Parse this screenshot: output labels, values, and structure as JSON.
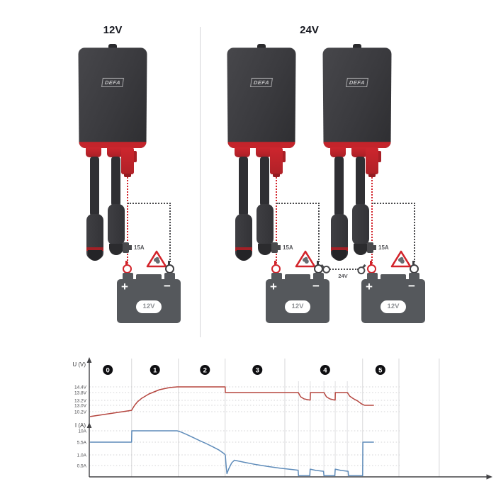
{
  "colors": {
    "accent_red": "#d2232a",
    "connector_red": "#c4242b",
    "charger_dark": "#3a3a3e",
    "battery_gray": "#55585c",
    "label_gray": "#8f9296",
    "wire_dark": "#48484b",
    "title_dark": "#15171f",
    "text_gray": "#55565a"
  },
  "diagram": {
    "sections": [
      {
        "title": "12V",
        "series_link_label": null,
        "units": [
          {
            "brand": "DEFA",
            "fuse_rating": "15A",
            "battery": {
              "voltage": "12V",
              "plus": "+",
              "minus": "−"
            }
          }
        ]
      },
      {
        "title": "24V",
        "series_link_label": "24V",
        "units": [
          {
            "brand": "DEFA",
            "fuse_rating": "15A",
            "battery": {
              "voltage": "12V",
              "plus": "+",
              "minus": "−"
            }
          },
          {
            "brand": "DEFA",
            "fuse_rating": "15A",
            "battery": {
              "voltage": "12V",
              "plus": "+",
              "minus": "−"
            }
          }
        ]
      }
    ]
  },
  "chart_data": {
    "type": "line",
    "title": "",
    "stages": [
      {
        "label": "0",
        "t": 4.6
      },
      {
        "label": "1",
        "t": 16.3
      },
      {
        "label": "2",
        "t": 28.7
      },
      {
        "label": "3",
        "t": 41.7
      },
      {
        "label": "4",
        "t": 58.5
      },
      {
        "label": "5",
        "t": 72.2
      }
    ],
    "stage_boundaries_t": [
      10.5,
      22.1,
      33.7,
      48.5,
      67.8,
      76.8,
      86.8
    ],
    "minor_gridlines_t": [
      51.9,
      54.8,
      58.2,
      61.0,
      64.0
    ],
    "axes": {
      "voltage": {
        "label": "U (V)",
        "ticks": [
          {
            "label": "14.4V",
            "value": 14.4
          },
          {
            "label": "13.8V",
            "value": 13.8
          },
          {
            "label": "13.2V",
            "value": 13.2
          },
          {
            "label": "13.0V",
            "value": 13.0
          },
          {
            "label": "10.2V",
            "value": 10.2
          }
        ]
      },
      "current": {
        "label": "I (A)",
        "ticks": [
          {
            "label": "10A",
            "value": 10
          },
          {
            "label": "5.5A",
            "value": 5.5
          },
          {
            "label": "1.0A",
            "value": 1.0
          },
          {
            "label": "0.5A",
            "value": 0.5
          }
        ]
      }
    },
    "series": [
      {
        "name": "voltage",
        "unit": "V",
        "color": "#b5463f",
        "points": [
          [
            0.2,
            8.0
          ],
          [
            10.5,
            10.8
          ],
          [
            10.9,
            12.0
          ],
          [
            11.25,
            13.0
          ],
          [
            11.95,
            13.14
          ],
          [
            13.0,
            13.36
          ],
          [
            14.8,
            13.69
          ],
          [
            17.4,
            14.1
          ],
          [
            20.0,
            14.33
          ],
          [
            21.8,
            14.4
          ],
          [
            33.7,
            14.4
          ],
          [
            33.75,
            13.8
          ],
          [
            51.85,
            13.8
          ],
          [
            52.4,
            13.48
          ],
          [
            53.2,
            13.32
          ],
          [
            54.2,
            13.25
          ],
          [
            54.8,
            13.22
          ],
          [
            54.85,
            13.8
          ],
          [
            58.2,
            13.8
          ],
          [
            58.8,
            13.48
          ],
          [
            59.6,
            13.32
          ],
          [
            60.5,
            13.25
          ],
          [
            60.98,
            13.22
          ],
          [
            61.02,
            13.8
          ],
          [
            64.0,
            13.8
          ],
          [
            64.6,
            13.52
          ],
          [
            65.5,
            13.33
          ],
          [
            66.5,
            13.18
          ],
          [
            67.5,
            13.06
          ],
          [
            68.3,
            13.0
          ],
          [
            70.6,
            13.0
          ]
        ]
      },
      {
        "name": "current",
        "unit": "A",
        "color": "#5f8cba",
        "points": [
          [
            0.2,
            5.5
          ],
          [
            10.5,
            5.5
          ],
          [
            10.55,
            10
          ],
          [
            21.8,
            10
          ],
          [
            22.8,
            9.5
          ],
          [
            24.2,
            8.5
          ],
          [
            25.8,
            7.3
          ],
          [
            27.4,
            6.1
          ],
          [
            29.0,
            5.0
          ],
          [
            30.6,
            3.9
          ],
          [
            32.2,
            2.7
          ],
          [
            33.4,
            1.5
          ],
          [
            33.74,
            1.0
          ],
          [
            33.95,
            0.45
          ],
          [
            34.15,
            0.12
          ],
          [
            34.6,
            0.35
          ],
          [
            35.3,
            0.62
          ],
          [
            36.0,
            0.75
          ],
          [
            38.5,
            0.65
          ],
          [
            41.5,
            0.54
          ],
          [
            44.5,
            0.45
          ],
          [
            47.5,
            0.37
          ],
          [
            50.5,
            0.31
          ],
          [
            51.8,
            0.28
          ],
          [
            51.9,
            0.02
          ],
          [
            54.7,
            0.02
          ],
          [
            54.78,
            0.33
          ],
          [
            56.2,
            0.27
          ],
          [
            58.1,
            0.23
          ],
          [
            58.2,
            0.02
          ],
          [
            60.9,
            0.02
          ],
          [
            61.0,
            0.33
          ],
          [
            62.4,
            0.27
          ],
          [
            64.2,
            0.23
          ],
          [
            64.3,
            0.02
          ],
          [
            67.8,
            0.02
          ],
          [
            67.85,
            5.5
          ],
          [
            70.6,
            5.5
          ]
        ]
      }
    ]
  }
}
